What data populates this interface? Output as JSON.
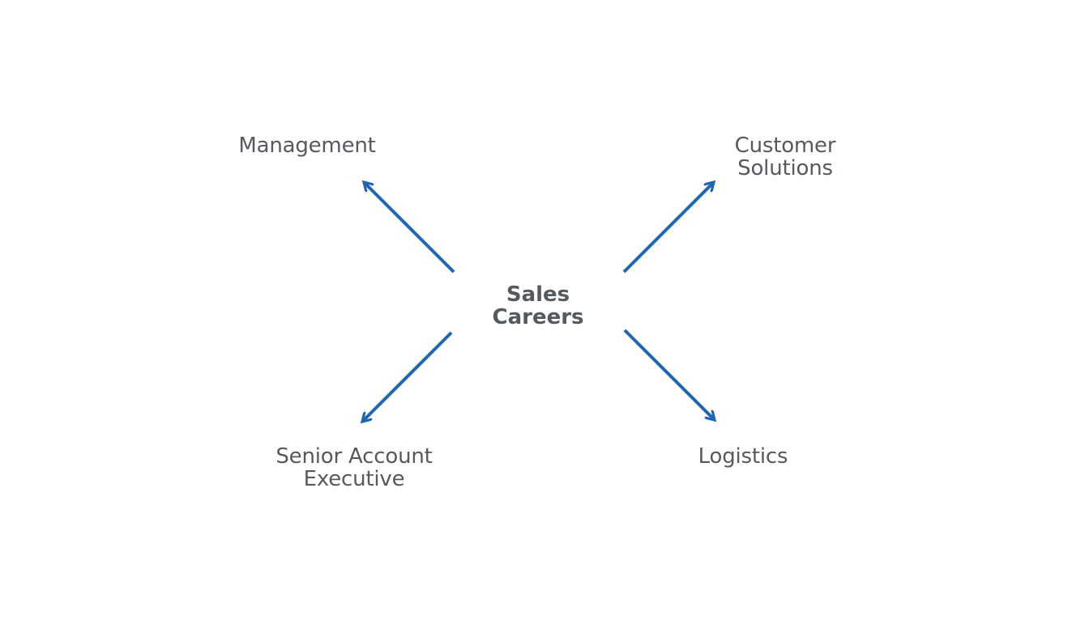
{
  "diagram": {
    "center": {
      "line1": "Sales",
      "line2": "Careers"
    },
    "branches": {
      "top_left": {
        "line1": "Management"
      },
      "top_right": {
        "line1": "Customer",
        "line2": "Solutions"
      },
      "bottom_left": {
        "line1": "Senior Account",
        "line2": "Executive"
      },
      "bottom_right": {
        "line1": "Logistics"
      }
    },
    "colors": {
      "arrow": "#1f66b3",
      "text": "#555a5e",
      "background": "#ffffff"
    }
  }
}
